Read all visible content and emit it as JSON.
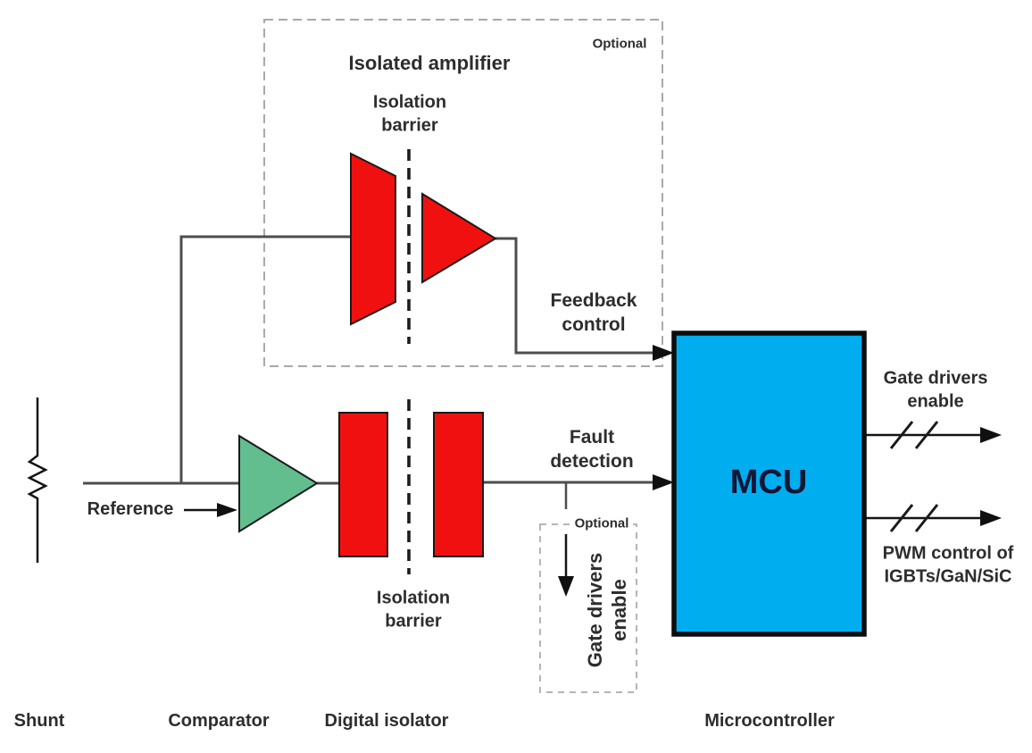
{
  "colors": {
    "red": "#f11010",
    "green": "#63be8f",
    "blue": "#00aeef",
    "mcu_text": "#121638"
  },
  "optional_box_top": {
    "tag": "Optional",
    "title": "Isolated amplifier",
    "barrier_line1": "Isolation",
    "barrier_line2": "barrier"
  },
  "signals": {
    "reference": "Reference",
    "feedback_line1": "Feedback",
    "feedback_line2": "control",
    "fault_line1": "Fault",
    "fault_line2": "detection"
  },
  "optional_box_bottom": {
    "tag": "Optional",
    "vertical_line1": "Gate drivers",
    "vertical_line2": "enable"
  },
  "mcu": {
    "label": "MCU"
  },
  "outputs": {
    "gate_line1": "Gate drivers",
    "gate_line2": "enable",
    "pwm_line1": "PWM control of",
    "pwm_line2": "IGBTs/GaN/SiC"
  },
  "isolation_barrier_bottom": {
    "line1": "Isolation",
    "line2": "barrier"
  },
  "footer": {
    "shunt": "Shunt",
    "comparator": "Comparator",
    "digital_isolator": "Digital isolator",
    "microcontroller": "Microcontroller"
  }
}
